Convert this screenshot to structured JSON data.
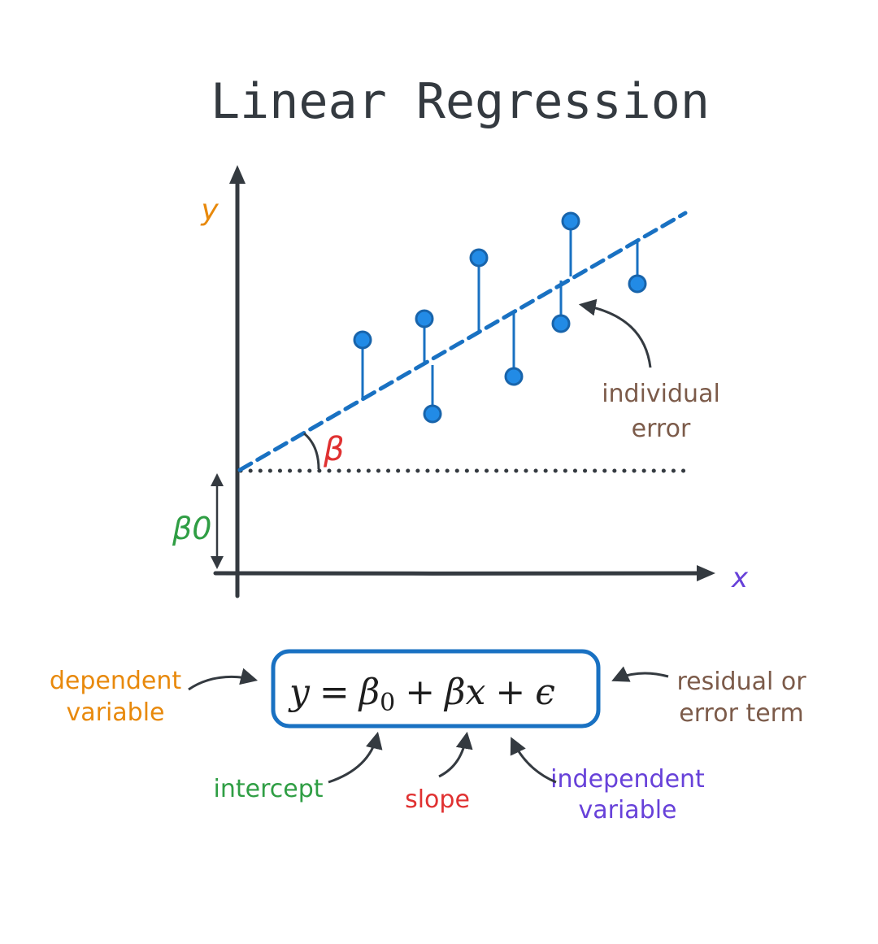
{
  "title": "Linear Regression",
  "colors": {
    "ink": "#343a40",
    "line": "#1971c2",
    "point": "#228be6",
    "orange": "#e8890c",
    "green": "#2f9e44",
    "red": "#e03131",
    "violet": "#6741d9",
    "brown": "#7c5b4a"
  },
  "axes": {
    "x_label": "x",
    "y_label": "y"
  },
  "graph": {
    "beta_label": "β",
    "beta0_label": "β0",
    "error_label_line1": "individual",
    "error_label_line2": "error"
  },
  "equation": {
    "y": "y",
    "equals": "=",
    "beta": "β",
    "sub0": "0",
    "plus1": "+",
    "beta2": "β",
    "x": "x",
    "plus2": "+",
    "epsilon": "ϵ"
  },
  "annotations": {
    "dependent_line1": "dependent",
    "dependent_line2": "variable",
    "residual_line1": "residual or",
    "residual_line2": "error term",
    "intercept": "intercept",
    "slope": "slope",
    "independent_line1": "independent",
    "independent_line2": "variable"
  }
}
